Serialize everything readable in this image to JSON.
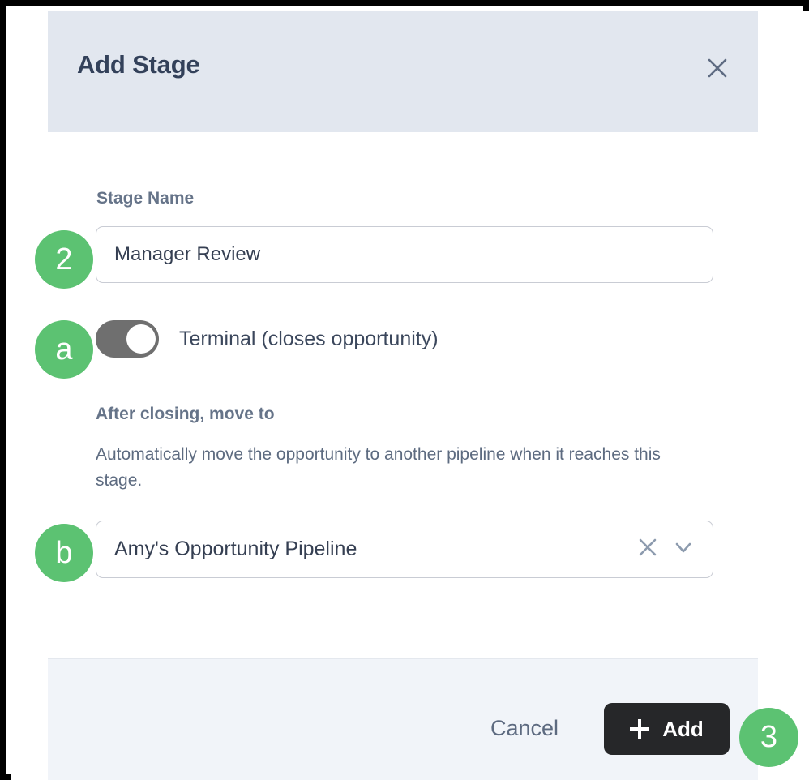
{
  "dialog": {
    "title": "Add Stage",
    "close_icon": "close-x-icon"
  },
  "form": {
    "stage_name": {
      "label": "Stage Name",
      "value": "Manager Review",
      "placeholder": "Stage Name"
    },
    "terminal": {
      "label": "Terminal (closes opportunity)",
      "state": "on"
    },
    "after_closing": {
      "label": "After closing, move to",
      "description": "Automatically move the opportunity to another pipeline when it reaches this stage.",
      "selected_value": "Amy's Opportunity Pipeline",
      "clear_icon": "clear-x-icon",
      "chevron_icon": "chevron-down-icon"
    }
  },
  "footer": {
    "cancel_label": "Cancel",
    "add_label": "Add",
    "add_icon": "plus-icon"
  },
  "annotations": {
    "step_2": "2",
    "step_a": "a",
    "step_b": "b",
    "step_3": "3"
  },
  "colors": {
    "accent_green": "#5cc272",
    "header_bg": "#e2e7ef",
    "footer_bg": "#f1f4f9",
    "primary_button_bg": "#262729",
    "toggle_on_bg": "#6f6f6f",
    "label_text": "#667489",
    "body_text": "#353f52"
  }
}
